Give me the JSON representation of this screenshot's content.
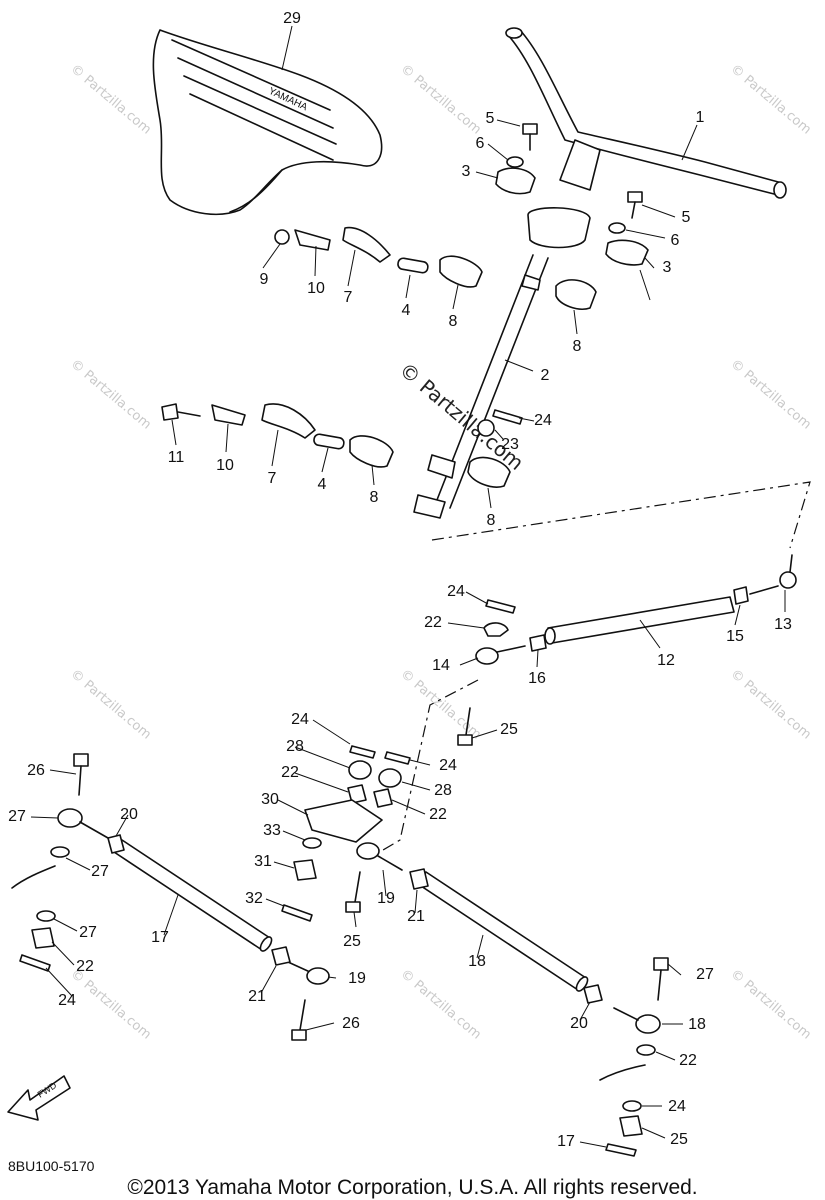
{
  "diagram": {
    "code": "8BU100-5170",
    "copyright": "©2013 Yamaha Motor Corporation, U.S.A. All rights reserved.",
    "watermark": "© Partzilla.com",
    "seat_brand": "YAMAHA",
    "direction_label": "FWD"
  },
  "callouts": [
    {
      "id": "c1",
      "label": "1"
    },
    {
      "id": "c2",
      "label": "2"
    },
    {
      "id": "c3a",
      "label": "3"
    },
    {
      "id": "c3b",
      "label": "3"
    },
    {
      "id": "c4a",
      "label": "4"
    },
    {
      "id": "c4b",
      "label": "4"
    },
    {
      "id": "c5a",
      "label": "5"
    },
    {
      "id": "c5b",
      "label": "5"
    },
    {
      "id": "c6a",
      "label": "6"
    },
    {
      "id": "c6b",
      "label": "6"
    },
    {
      "id": "c7a",
      "label": "7"
    },
    {
      "id": "c7b",
      "label": "7"
    },
    {
      "id": "c8a",
      "label": "8"
    },
    {
      "id": "c8b",
      "label": "8"
    },
    {
      "id": "c8c",
      "label": "8"
    },
    {
      "id": "c8d",
      "label": "8"
    },
    {
      "id": "c9",
      "label": "9"
    },
    {
      "id": "c10a",
      "label": "10"
    },
    {
      "id": "c10b",
      "label": "10"
    },
    {
      "id": "c11",
      "label": "11"
    },
    {
      "id": "c12",
      "label": "12"
    },
    {
      "id": "c13",
      "label": "13"
    },
    {
      "id": "c14",
      "label": "14"
    },
    {
      "id": "c15",
      "label": "15"
    },
    {
      "id": "c16",
      "label": "16"
    },
    {
      "id": "c17a",
      "label": "17"
    },
    {
      "id": "c17b",
      "label": "17"
    },
    {
      "id": "c18a",
      "label": "18"
    },
    {
      "id": "c18b",
      "label": "18"
    },
    {
      "id": "c19a",
      "label": "19"
    },
    {
      "id": "c19b",
      "label": "19"
    },
    {
      "id": "c20a",
      "label": "20"
    },
    {
      "id": "c20b",
      "label": "20"
    },
    {
      "id": "c21a",
      "label": "21"
    },
    {
      "id": "c21b",
      "label": "21"
    },
    {
      "id": "c22a",
      "label": "22"
    },
    {
      "id": "c22b",
      "label": "22"
    },
    {
      "id": "c22c",
      "label": "22"
    },
    {
      "id": "c22d",
      "label": "22"
    },
    {
      "id": "c22e",
      "label": "22"
    },
    {
      "id": "c23",
      "label": "23"
    },
    {
      "id": "c24a",
      "label": "24"
    },
    {
      "id": "c24b",
      "label": "24"
    },
    {
      "id": "c24c",
      "label": "24"
    },
    {
      "id": "c24d",
      "label": "24"
    },
    {
      "id": "c24e",
      "label": "24"
    },
    {
      "id": "c24f",
      "label": "24"
    },
    {
      "id": "c25a",
      "label": "25"
    },
    {
      "id": "c25b",
      "label": "25"
    },
    {
      "id": "c25c",
      "label": "25"
    },
    {
      "id": "c26a",
      "label": "26"
    },
    {
      "id": "c26b",
      "label": "26"
    },
    {
      "id": "c27a",
      "label": "27"
    },
    {
      "id": "c27b",
      "label": "27"
    },
    {
      "id": "c27c",
      "label": "27"
    },
    {
      "id": "c27d",
      "label": "27"
    },
    {
      "id": "c28a",
      "label": "28"
    },
    {
      "id": "c28b",
      "label": "28"
    },
    {
      "id": "c29",
      "label": "29"
    },
    {
      "id": "c30",
      "label": "30"
    },
    {
      "id": "c31",
      "label": "31"
    },
    {
      "id": "c32",
      "label": "32"
    },
    {
      "id": "c33",
      "label": "33"
    }
  ]
}
